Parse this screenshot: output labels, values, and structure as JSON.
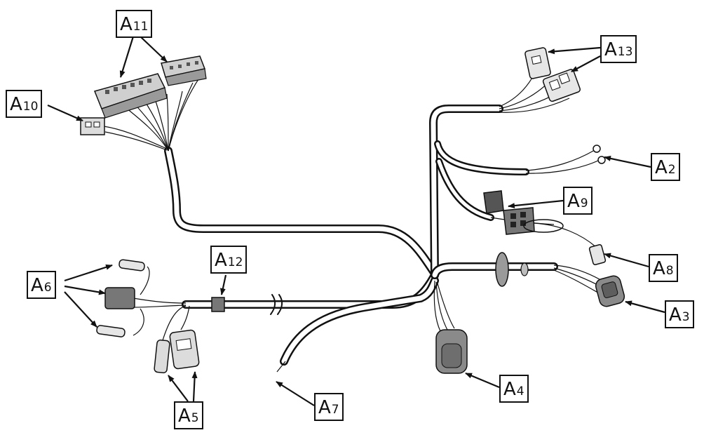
{
  "diagram": {
    "labels": [
      {
        "id": "A11",
        "letter": "A",
        "sub": "11"
      },
      {
        "id": "A10",
        "letter": "A",
        "sub": "10"
      },
      {
        "id": "A13",
        "letter": "A",
        "sub": "13"
      },
      {
        "id": "A2",
        "letter": "A",
        "sub": "2"
      },
      {
        "id": "A9",
        "letter": "A",
        "sub": "9"
      },
      {
        "id": "A12",
        "letter": "A",
        "sub": "12"
      },
      {
        "id": "A6",
        "letter": "A",
        "sub": "6"
      },
      {
        "id": "A8",
        "letter": "A",
        "sub": "8"
      },
      {
        "id": "A3",
        "letter": "A",
        "sub": "3"
      },
      {
        "id": "A4",
        "letter": "A",
        "sub": "4"
      },
      {
        "id": "A7",
        "letter": "A",
        "sub": "7"
      },
      {
        "id": "A5",
        "letter": "A",
        "sub": "5"
      }
    ],
    "colors": {
      "line": "#111111",
      "connector": "#cfcfcf",
      "connector_dark": "#8a8a8a",
      "grommet": "#9a9a9a"
    }
  }
}
